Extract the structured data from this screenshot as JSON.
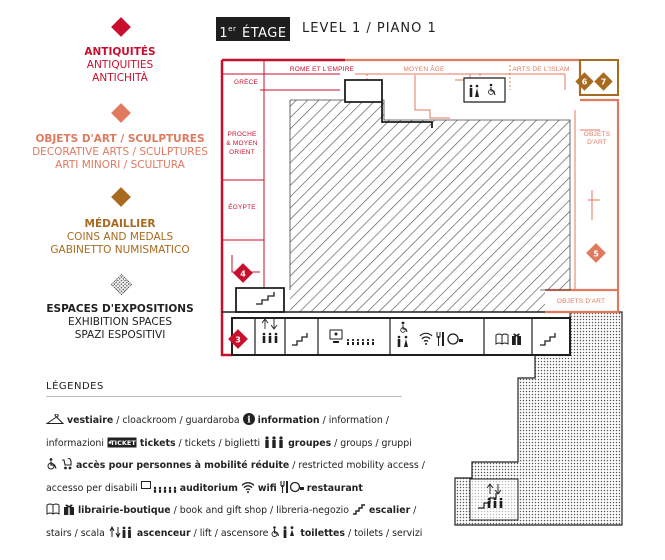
{
  "title": {
    "badge_sup": "er",
    "badge_main": "ÉTAGE",
    "badge_prefix": "1",
    "subtitle": "LEVEL 1 / PIANO 1"
  },
  "collections": [
    {
      "lead": "ANTIQUITÉS",
      "line2": "ANTIQUITIES",
      "line3": "ANTICHITÀ",
      "color": "#c8102e"
    },
    {
      "lead": "OBJETS D'ART / SCULPTURES",
      "line2": "DECORATIVE ARTS / SCULPTURES",
      "line3": "ARTI MINORI / SCULTURA",
      "color": "#e07a5f"
    },
    {
      "lead": "MÉDAILLIER",
      "line2": "COINS AND MEDALS",
      "line3": "GABINETTO NUMISMATICO",
      "color": "#a86a1f"
    },
    {
      "lead": "ESPACES D'EXPOSITIONS",
      "line2": "EXHIBITION SPACES",
      "line3": "SPAZI ESPOSITIVI",
      "color": "#222222"
    }
  ],
  "legend": {
    "heading": "LÉGENDES",
    "items": [
      {
        "bold": "vestiaire",
        "rest": " / cloackroom / guardaroba "
      },
      {
        "bold": "information",
        "rest": " / information / informazioni "
      },
      {
        "bold": "tickets",
        "rest": " / tickets / biglietti "
      },
      {
        "bold": "groupes",
        "rest": " / groups / gruppi"
      },
      {
        "bold": "accès pour personnes à mobilité réduite",
        "rest": " / restricted mobility access / accesso per disabili "
      },
      {
        "bold": "auditorium",
        "rest": " "
      },
      {
        "bold": "wifi",
        "rest": " "
      },
      {
        "bold": "restaurant",
        "rest": " "
      },
      {
        "bold": "librairie-boutique",
        "rest": " / book and gift shop / libreria-negozio "
      },
      {
        "bold": "escalier",
        "rest": " / stairs / scala "
      },
      {
        "bold": "ascenceur",
        "rest": " / lift / ascensore "
      },
      {
        "bold": "toilettes",
        "rest": " / toilets / servizi"
      }
    ],
    "ticket_icon_text": "TICKET",
    "info_icon_text": "i"
  },
  "map": {
    "rooms": {
      "grece": "GRÈCE",
      "rome": "ROME ET L'EMPIRE",
      "moyen_age": "MOYEN ÂGE",
      "islam": "ARTS DE L'ISLAM",
      "proche_1": "PROCHE",
      "proche_2": "& MOYEN",
      "proche_3": "ORIENT",
      "egypte": "ÉGYPTE",
      "objets_1": "OBJETS",
      "objets_2": "D'ART",
      "objets_art": "OBJETS D'ART"
    },
    "markers": {
      "m3": "3",
      "m4": "4",
      "m5": "5",
      "m6": "6",
      "m7": "7"
    },
    "colors": {
      "antiquities": "#c8102e",
      "decorative": "#e07a5f",
      "coins": "#a86a1f",
      "dark": "#1e1e1e"
    }
  }
}
